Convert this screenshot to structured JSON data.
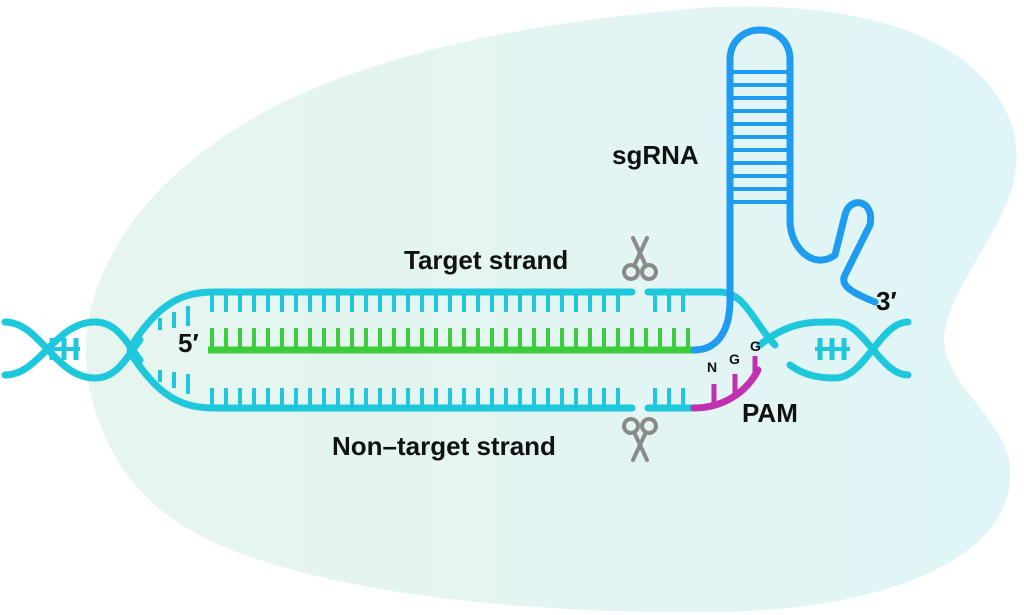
{
  "labels": {
    "sgrna": "sgRNA",
    "target_strand": "Target strand",
    "non_target_strand": "Non–target strand",
    "five_prime": "5′",
    "three_prime": "3′",
    "pam": "PAM",
    "pam_bases": [
      "N",
      "G",
      "G"
    ]
  },
  "colors": {
    "background_blob_left": "#e6f5ee",
    "background_blob_right": "#e0f5f7",
    "dna": "#1ec8dc",
    "sgrna": "#1e9cf0",
    "guide": "#3ccc3c",
    "pam": "#c030b0",
    "scissors": "#8a8a8a",
    "text": "#111111"
  },
  "icons": [
    "scissors-icon",
    "scissors-icon"
  ]
}
